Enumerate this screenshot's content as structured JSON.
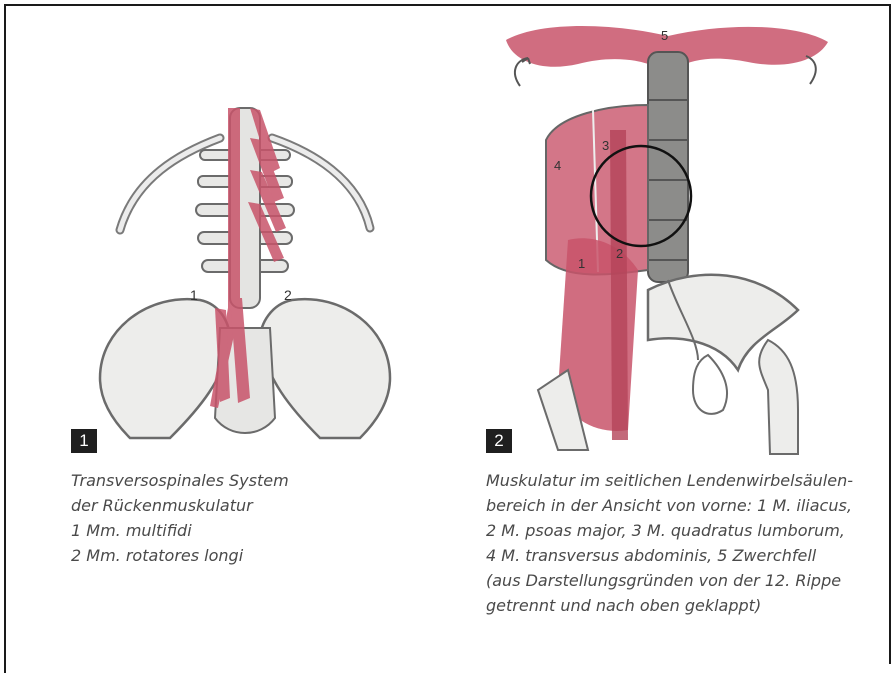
{
  "figures": [
    {
      "number": "1",
      "caption_lines": [
        "Transversospinales System",
        "der Rückenmuskulatur",
        "1 Mm. multifidi",
        "2 Mm. rotatores longi"
      ],
      "drawing_labels": [
        "1",
        "2"
      ]
    },
    {
      "number": "2",
      "caption_lines": [
        "Muskulatur im seitlichen Lendenwirbelsäulen-",
        "bereich in der Ansicht von vorne: 1 M. iliacus,",
        "2 M. psoas major, 3 M. quadratus lumborum,",
        "4 M. transversus abdominis, 5 Zwerchfell",
        "(aus Darstellungsgründen von der 12. Rippe",
        "getrennt und nach oben geklappt)"
      ],
      "drawing_labels": [
        "5",
        "4",
        "3",
        "2",
        "1"
      ]
    }
  ],
  "colors": {
    "muscle": "#c8546a",
    "bone_fill": "#efefed",
    "bone_line": "#6b6b6b",
    "badge_bg": "#1f1f1f",
    "caption_text": "#4a4a4a",
    "circle": "#111111"
  }
}
